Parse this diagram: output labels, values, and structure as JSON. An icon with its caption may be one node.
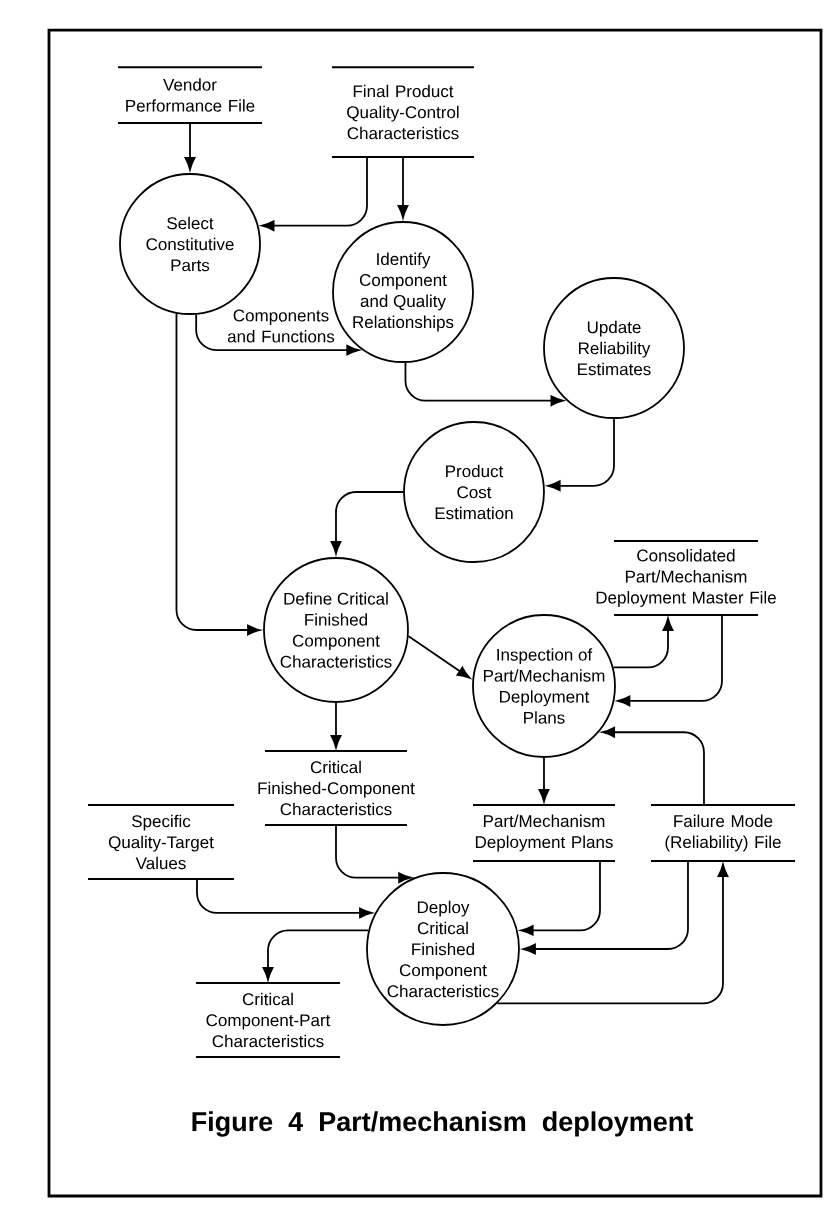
{
  "diagram": {
    "caption": "Figure 4 Part/mechanism deployment",
    "nodes": [
      {
        "text": [
          "Vendor Performance File"
        ]
      },
      {
        "text": [
          "Final Product Quality-Control Characteristics"
        ]
      },
      {
        "text": [
          "Select Constitutive Parts"
        ]
      },
      {
        "text": [
          "Identify Component and Quality Relationships"
        ]
      },
      {
        "text": [
          "Update Reliability Estimates"
        ]
      },
      {
        "text": [
          "Product Cost Estimation"
        ]
      },
      {
        "text": [
          "Consolidated Part/Mechanism Deployment Master File"
        ]
      },
      {
        "text": [
          "Define Critical Finished Component Characteristics"
        ]
      },
      {
        "text": [
          "Inspection of Part/Mechanism Deployment Plans"
        ]
      },
      {
        "text": [
          "Critical Finished-Component Characteristics"
        ]
      },
      {
        "text": [
          "Specific Quality-Target Values"
        ]
      },
      {
        "text": [
          "Part/Mechanism Deployment Plans"
        ]
      },
      {
        "text": [
          "Failure Mode (Reliability) File"
        ]
      },
      {
        "text": [
          "Deploy Critical Finished Component Characteristics"
        ]
      },
      {
        "text": [
          "Critical Component-Part Characteristics"
        ]
      }
    ],
    "edges": [
      {
        "from": 0,
        "to": 2,
        "arrow": "to"
      },
      {
        "from": 1,
        "to": 2,
        "arrow": "to"
      },
      {
        "from": 1,
        "to": 3,
        "arrow": "to"
      },
      {
        "from": 2,
        "to": 3,
        "arrow": "to",
        "label": "Components and Functions"
      },
      {
        "from": 3,
        "to": 4,
        "arrow": "to"
      },
      {
        "from": 4,
        "to": 5,
        "arrow": "to"
      },
      {
        "from": 5,
        "to": 7,
        "arrow": "to"
      },
      {
        "from": 2,
        "to": 7,
        "arrow": "to"
      },
      {
        "from": 7,
        "to": 8,
        "arrow": "to"
      },
      {
        "from": 8,
        "to": 6,
        "arrow": "to"
      },
      {
        "from": 6,
        "to": 8,
        "arrow": "to"
      },
      {
        "from": 7,
        "to": 9,
        "arrow": "to"
      },
      {
        "from": 12,
        "to": 8,
        "arrow": "to"
      },
      {
        "from": 8,
        "to": 11,
        "arrow": "to"
      },
      {
        "from": 9,
        "to": 13,
        "arrow": "to"
      },
      {
        "from": 10,
        "to": 13,
        "arrow": "to"
      },
      {
        "from": 11,
        "to": 13,
        "arrow": "to"
      },
      {
        "from": 12,
        "to": 13,
        "arrow": "to"
      },
      {
        "from": 13,
        "to": 12,
        "arrow": "to"
      },
      {
        "from": 13,
        "to": 14,
        "arrow": "to"
      }
    ]
  }
}
